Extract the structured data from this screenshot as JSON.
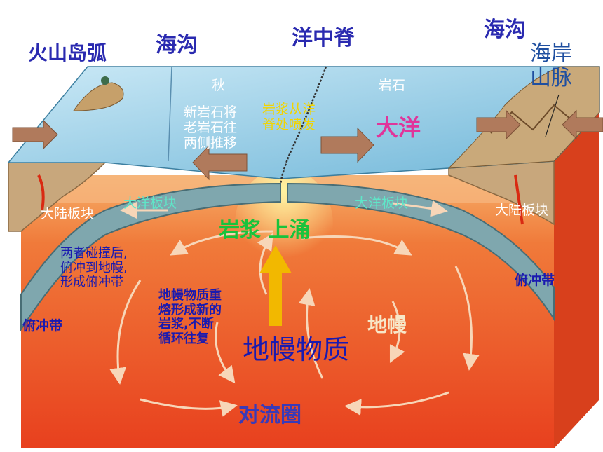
{
  "labels": {
    "volcanic_island_arc": "火山岛弧",
    "trench_left": "海沟",
    "mid_ocean_ridge": "洋中脊",
    "trench_right": "海沟",
    "coastal_mountains": "海岸\n山脉",
    "rock_partial": "岩石",
    "rock_partial_left": "秋",
    "new_rock_pushes": "新岩石将\n老岩石往\n两侧推移",
    "magma_erupts": "岩浆从洋\n脊处喷发",
    "ocean": "大洋",
    "continental_plate_left": "大陆板块",
    "oceanic_plate_left": "大洋板块",
    "oceanic_plate_right": "大洋板块",
    "continental_plate_right": "大陆板块",
    "magma_upwelling": "岩浆 上涌",
    "collision_text": "两者碰撞后,\n俯冲到地幔,\n形成俯冲带",
    "subduction_zone_right": "俯冲带",
    "mantle_remelt": "地幔物质重\n熔形成新的\n岩浆,不断\n循环往复",
    "subduction_zone_left": "俯冲带",
    "mantle": "地幔",
    "mantle_material": "地幔物质",
    "convection_cell": "对流圈"
  },
  "colors": {
    "ocean_top": "#9fd3ea",
    "mantle": "#ef5a2b",
    "plate": "#7fa7ae",
    "arrow_brown": "#b07a5c",
    "upwelling_arrow": "#f2b800"
  }
}
